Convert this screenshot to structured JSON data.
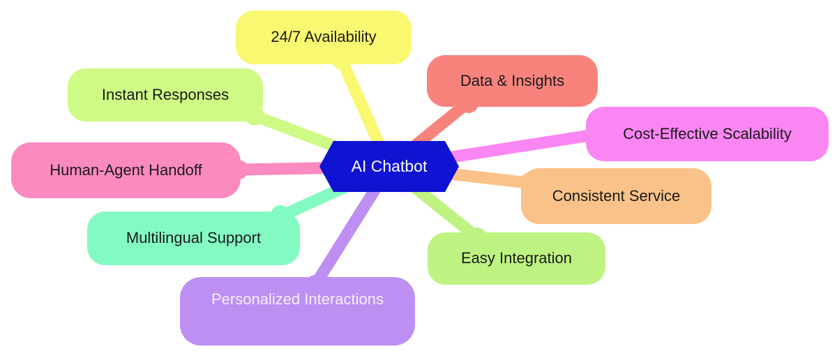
{
  "diagram": {
    "type": "mindmap",
    "background": "#FFFFFF",
    "center": {
      "label": "AI Chatbot",
      "shape": "hexagon",
      "color": "#1013D1",
      "text_color": "#FFFFFF"
    },
    "branches": [
      {
        "label": "24/7 Availability",
        "color": "#F9F871",
        "text_color": "#1A1A1A"
      },
      {
        "label": "Data & Insights",
        "color": "#F8837D",
        "text_color": "#1A1A1A"
      },
      {
        "label": "Cost-Effective Scalability",
        "color": "#FA86F3",
        "text_color": "#1A1A1A"
      },
      {
        "label": "Consistent Service",
        "color": "#FAC289",
        "text_color": "#1A1A1A"
      },
      {
        "label": "Easy Integration",
        "color": "#BEF381",
        "text_color": "#1A1A1A"
      },
      {
        "label": "Personalized Interactions",
        "color": "#BD8FF2",
        "text_color": "#F6EFFF"
      },
      {
        "label": "Multilingual Support",
        "color": "#84FAC3",
        "text_color": "#1A1A1A"
      },
      {
        "label": "Human-Agent Handoff",
        "color": "#FA8AC0",
        "text_color": "#1A1A1A"
      },
      {
        "label": "Instant Responses",
        "color": "#CEFA85",
        "text_color": "#1A1A1A"
      }
    ]
  }
}
